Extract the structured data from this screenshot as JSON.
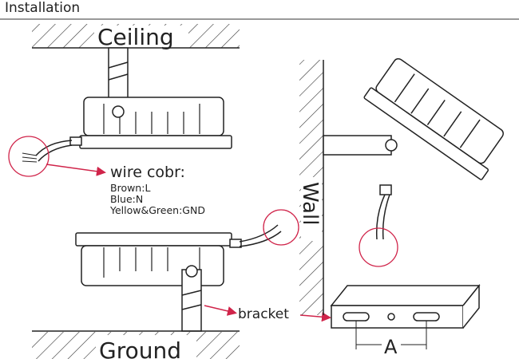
{
  "title": "Installation",
  "labels": {
    "ceiling": "Ceiling",
    "ground": "Ground",
    "wall": "Wall",
    "bracket": "bracket",
    "dimension": "A"
  },
  "wire_color": {
    "heading": "wire cobr:",
    "lines": [
      "Brown:L",
      "Blue:N",
      "Yellow&Green:GND"
    ]
  },
  "colors": {
    "accent": "#d0244a",
    "line": "#222222"
  }
}
